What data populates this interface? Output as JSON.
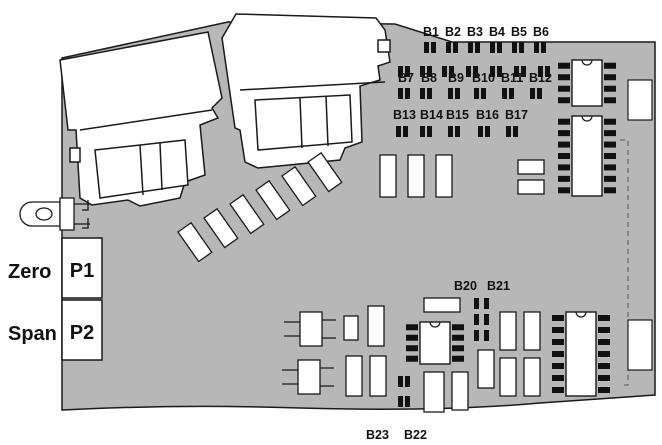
{
  "colors": {
    "board": "#b7b7b7",
    "outline": "#1a1a1a",
    "component_fill": "#ffffff",
    "jumper": "#111111"
  },
  "board": {
    "left_labels": {
      "zero": "Zero",
      "span": "Span"
    },
    "potentiometers": {
      "p1": "P1",
      "p2": "P2"
    },
    "jumper_labels": {
      "b1": "B1",
      "b2": "B2",
      "b3": "B3",
      "b4": "B4",
      "b5": "B5",
      "b6": "B6",
      "b7": "B7",
      "b8": "B8",
      "b9": "B9",
      "b10": "B10",
      "b11": "B11",
      "b12": "B12",
      "b13": "B13",
      "b14": "B14",
      "b15": "B15",
      "b16": "B16",
      "b17": "B17",
      "b20": "B20",
      "b21": "B21",
      "b22": "B22",
      "b23": "B23"
    }
  },
  "icons": {
    "connector": "terminal-block-icon",
    "led": "led-icon",
    "ic": "ic-chip-icon",
    "jumper": "jumper-pad-icon"
  }
}
